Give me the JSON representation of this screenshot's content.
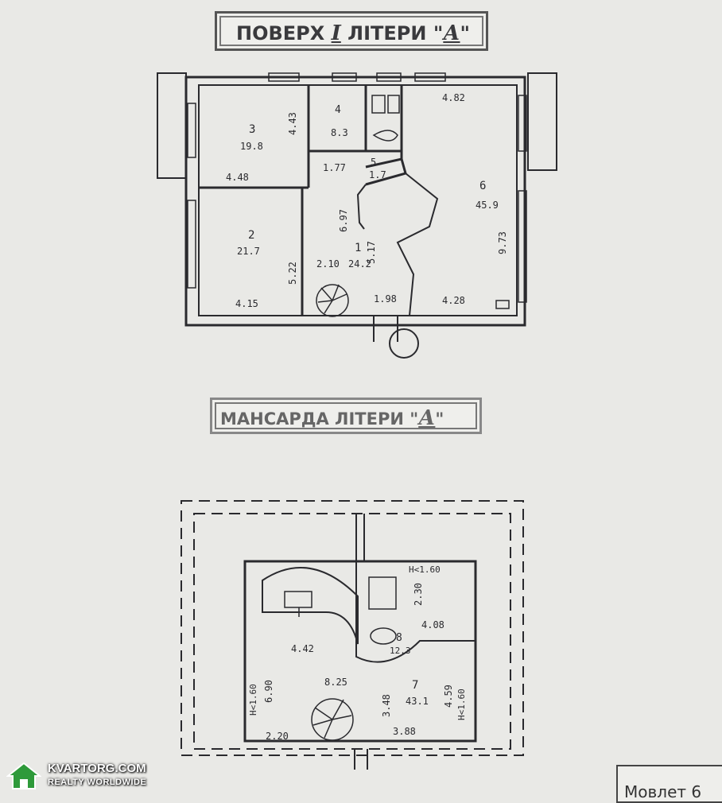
{
  "stamps": {
    "floor": {
      "prefix": "ПОВЕРХ ",
      "roman": "І",
      "suffix": " ЛІТЕРИ \"",
      "letter": "А",
      "close": "\""
    },
    "attic": {
      "prefix": "МАНСАРДА ЛІТЕРИ \"",
      "letter": "А",
      "close": "\""
    }
  },
  "floor_plan": {
    "rooms": [
      {
        "number": "1",
        "area": "24.2"
      },
      {
        "number": "2",
        "area": "21.7"
      },
      {
        "number": "3",
        "area": "19.8"
      },
      {
        "number": "4",
        "area": "8.3"
      },
      {
        "number": "5",
        "area": "1.7"
      },
      {
        "number": "6",
        "area": "45.9"
      }
    ],
    "dimensions": [
      "4.43",
      "4.48",
      "1.77",
      "4.82",
      "6.97",
      "5.17",
      "5.22",
      "2.10",
      "9.73",
      "4.15",
      "1.98",
      "4.28"
    ]
  },
  "attic_plan": {
    "rooms": [
      {
        "number": "7",
        "area": "43.1"
      },
      {
        "number": "8",
        "area": "12.3"
      }
    ],
    "dimensions": [
      "H<1.60",
      "2.30",
      "4.08",
      "4.42",
      "H<1.60",
      "6.90",
      "8.25",
      "3.48",
      "4.59",
      "H<1.60",
      "2.20",
      "3.88"
    ]
  },
  "watermark": {
    "brand": "KVARTORG.COM",
    "tagline": "REALTY WORLDWIDE"
  },
  "corner_stamp": {
    "text": "Мовлет 6"
  },
  "colors": {
    "paper": "#e9e9e6",
    "ink": "#2a2a2e"
  }
}
